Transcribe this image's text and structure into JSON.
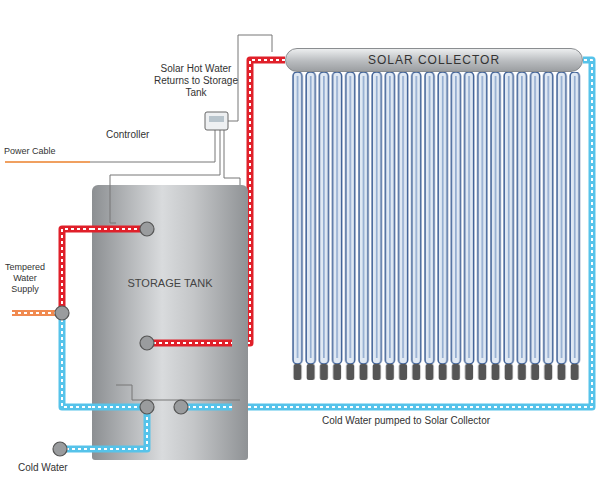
{
  "diagram": {
    "nodes": [
      {
        "text": [
          "SOLAR COLLECTOR"
        ]
      },
      {
        "text": [
          "STORAGE TANK"
        ]
      }
    ],
    "edges": [
      {
        "from": 0,
        "to": 1,
        "arrow": "none"
      },
      {
        "from": 1,
        "to": 0,
        "arrow": "none"
      }
    ],
    "labels": [
      "Solar Hot Water Returns to Storage Tank",
      "Controller",
      "Power Cable",
      "Tempered Water Supply",
      "Cold Water",
      "Cold Water pumped to Solar Collector"
    ]
  }
}
